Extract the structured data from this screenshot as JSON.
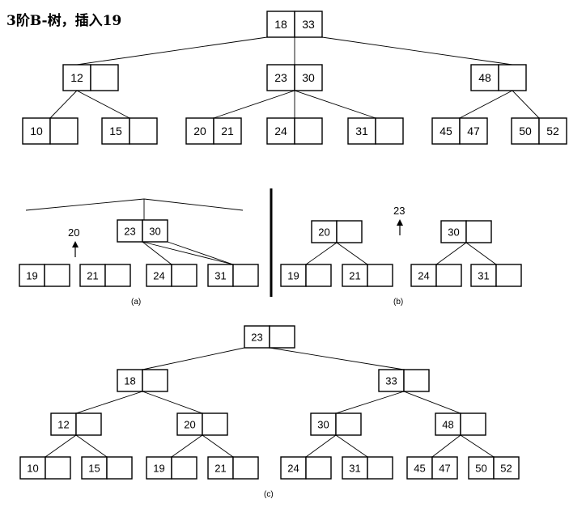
{
  "title": "3阶B-树，插入19",
  "top_tree": {
    "root": [
      "18",
      "33"
    ],
    "level1": [
      [
        "12",
        ""
      ],
      [
        "23",
        "30"
      ],
      [
        "48",
        ""
      ]
    ],
    "leaves": [
      [
        "10",
        ""
      ],
      [
        "15",
        ""
      ],
      [
        "20",
        "21"
      ],
      [
        "24",
        ""
      ],
      [
        "31",
        ""
      ],
      [
        "45",
        "47"
      ],
      [
        "50",
        "52"
      ]
    ]
  },
  "panel_a": {
    "caption": "(a)",
    "promoted": "20",
    "node": [
      "23",
      "30"
    ],
    "leaves": [
      [
        "19",
        ""
      ],
      [
        "21",
        ""
      ],
      [
        "24",
        ""
      ],
      [
        "31",
        ""
      ]
    ]
  },
  "panel_b": {
    "caption": "(b)",
    "promoted": "23",
    "nodes": [
      [
        "20",
        ""
      ],
      [
        "30",
        ""
      ]
    ],
    "leaves": [
      [
        "19",
        ""
      ],
      [
        "21",
        ""
      ],
      [
        "24",
        ""
      ],
      [
        "31",
        ""
      ]
    ]
  },
  "panel_c": {
    "caption": "(c)",
    "root": [
      "23",
      ""
    ],
    "level1": [
      [
        "18",
        ""
      ],
      [
        "33",
        ""
      ]
    ],
    "level2": [
      [
        "12",
        ""
      ],
      [
        "20",
        ""
      ],
      [
        "30",
        ""
      ],
      [
        "48",
        ""
      ]
    ],
    "leaves": [
      [
        "10",
        ""
      ],
      [
        "15",
        ""
      ],
      [
        "19",
        ""
      ],
      [
        "21",
        ""
      ],
      [
        "24",
        ""
      ],
      [
        "31",
        ""
      ],
      [
        "45",
        "47"
      ],
      [
        "50",
        "52"
      ]
    ]
  }
}
